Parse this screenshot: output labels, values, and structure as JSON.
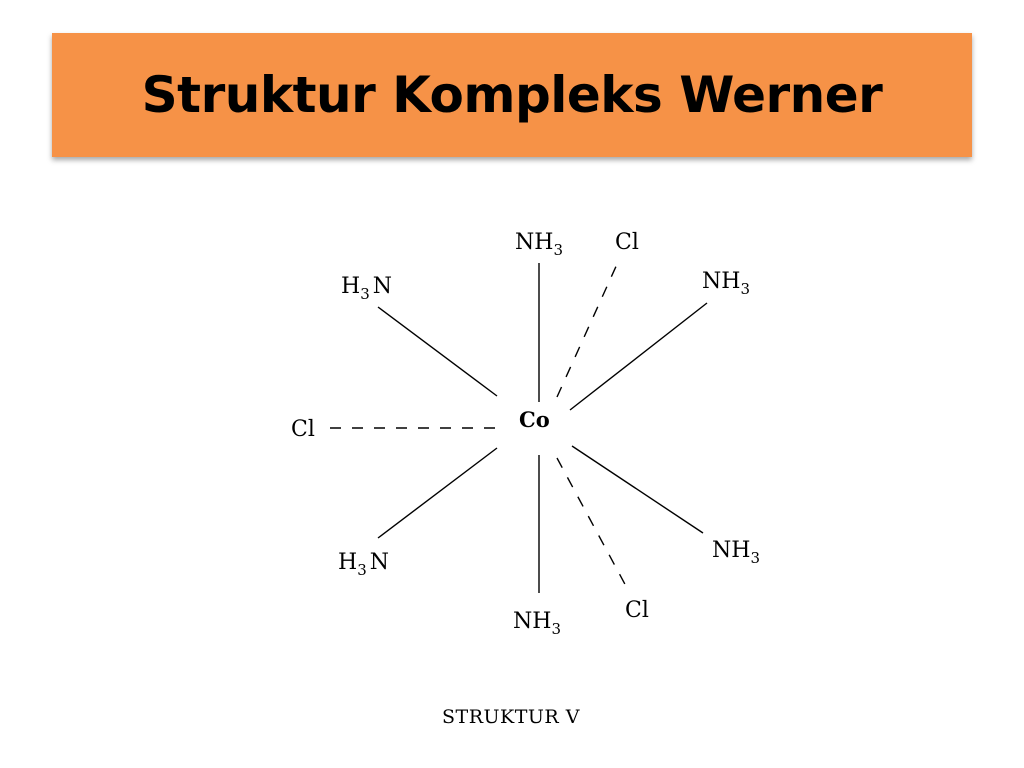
{
  "slide": {
    "title": "Struktur Kompleks Werner"
  },
  "diagram": {
    "center": "Co",
    "ligands": {
      "top_nh3": {
        "main": "NH",
        "sub": "3"
      },
      "top_cl": "Cl",
      "upper_right_nh3": {
        "main": "NH",
        "sub": "3"
      },
      "upper_left_h3n": {
        "pre": "H",
        "sub": "3",
        "main": "N"
      },
      "left_cl": "Cl",
      "lower_left_h3n": {
        "pre": "H",
        "sub": "3",
        "main": "N"
      },
      "lower_right_nh3": {
        "main": "NH",
        "sub": "3"
      },
      "bottom_nh3": {
        "main": "NH",
        "sub": "3"
      },
      "bottom_cl": "Cl"
    },
    "caption": "STRUKTUR V"
  }
}
